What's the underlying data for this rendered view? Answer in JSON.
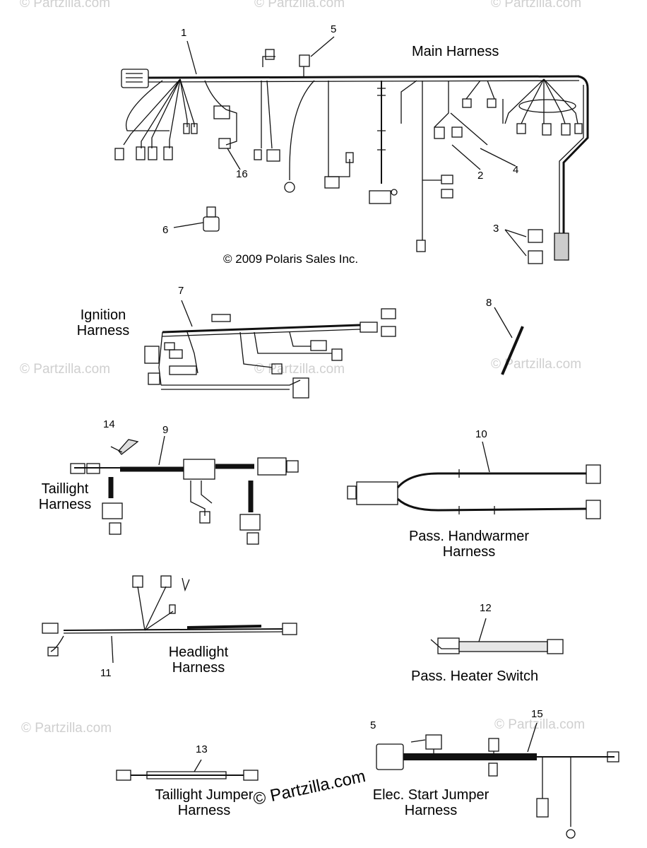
{
  "watermark": "© Partzilla.com",
  "main_watermark": "© Partzilla.com",
  "copyright": "© 2009 Polaris Sales Inc.",
  "titles": {
    "main": "Main Harness",
    "ignition": [
      "Ignition",
      "Harness"
    ],
    "taillight": [
      "Taillight",
      "Harness"
    ],
    "handwarmer": [
      "Pass. Handwarmer",
      "Harness"
    ],
    "headlight": [
      "Headlight",
      "Harness"
    ],
    "heater_switch": "Pass. Heater Switch",
    "taillight_jumper": [
      "Taillight Jumper",
      "Harness"
    ],
    "elec_start": [
      "Elec. Start Jumper",
      "Harness"
    ]
  },
  "callouts": {
    "n1": "1",
    "n2": "2",
    "n3": "3",
    "n4": "4",
    "n5a": "5",
    "n5b": "5",
    "n6": "6",
    "n7": "7",
    "n8": "8",
    "n9": "9",
    "n10": "10",
    "n11": "11",
    "n12": "12",
    "n13": "13",
    "n14": "14",
    "n15": "15",
    "n16": "16"
  }
}
